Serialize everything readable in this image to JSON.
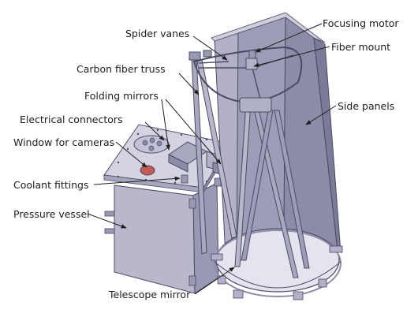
{
  "labels": {
    "spider_vanes": "Spider vanes",
    "focusing_motor": "Focusing motor",
    "fiber_mount": "Fiber mount",
    "carbon_fiber_truss": "Carbon fiber truss",
    "folding_mirrors": "Folding mirrors",
    "side_panels": "Side panels",
    "electrical_connectors": "Electrical connectors",
    "window_for_cameras": "Window for cameras",
    "coolant_fittings": "Coolant fittings",
    "pressure_vessel": "Pressure vessel",
    "telescope_mirror": "Telescope mirror"
  },
  "colors": {
    "panel_light": "#c9c8da",
    "panel_mid": "#b2b1c8",
    "panel_dark": "#8d8ca8",
    "edge": "#4b4a63",
    "mirror": "#e4e3ee",
    "window": "#c45a52",
    "leader": "#1e1e1e"
  }
}
